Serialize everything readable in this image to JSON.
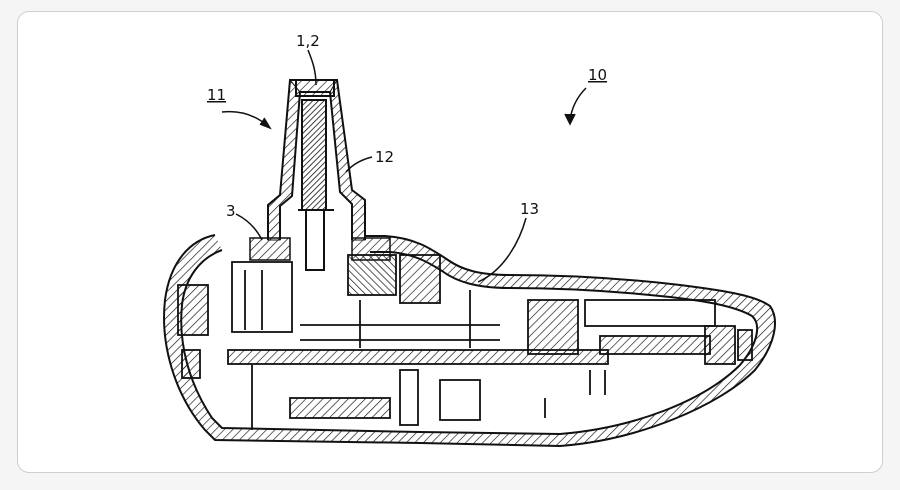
{
  "figure": {
    "reference_numerals": {
      "sensor_assembly": "1,2",
      "probe": "11",
      "device": "10",
      "tip_cover": "12",
      "seal": "3",
      "housing": "13"
    }
  },
  "colors": {
    "frame_border": "#cfcfcf",
    "ink": "#111111",
    "background": "#ffffff"
  }
}
